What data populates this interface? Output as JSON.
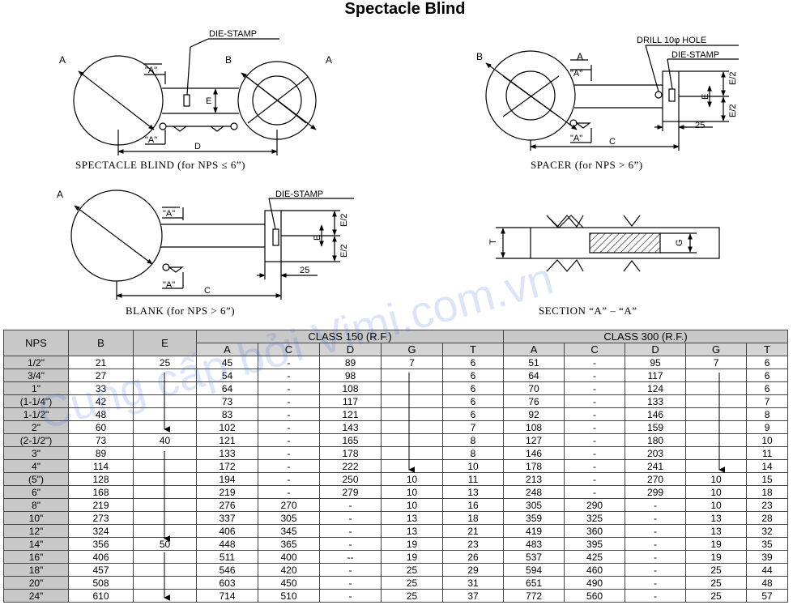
{
  "title": "Spectacle Blind",
  "watermark": "Cung cấp bởi Vimi.com.vn",
  "diagrams": {
    "spectacle": {
      "caption": "SPECTACLE BLIND (for NPS  ≤  6”)",
      "label_a_left": "A",
      "label_a_right": "A",
      "label_b": "B",
      "label_die": "DIE-STAMP",
      "label_sec_top": "\"A\"",
      "label_sec_bot": "\"A\"",
      "label_e": "E",
      "label_d": "D"
    },
    "spacer": {
      "caption": "SPACER (for NPS > 6”)",
      "label_b": "B",
      "label_a": "A",
      "label_drill": "DRILL 10φ HOLE",
      "label_die": "DIE-STAMP",
      "label_sec_top": "\"A\"",
      "label_sec_bot": "\"A\"",
      "label_e": "E",
      "label_e2a": "E/2",
      "label_e2b": "E/2",
      "label_25": "25",
      "label_c": "C"
    },
    "blank": {
      "caption": "BLANK (for NPS > 6”)",
      "label_a": "A",
      "label_die": "DIE-STAMP",
      "label_sec_top": "\"A\"",
      "label_sec_bot": "\"A\"",
      "label_e": "E",
      "label_e2a": "E/2",
      "label_e2b": "E/2",
      "label_25": "25",
      "label_c": "C"
    },
    "section": {
      "caption": "SECTION “A” – “A”",
      "label_t": "T",
      "label_g": "G"
    }
  },
  "table": {
    "col_nps": "NPS",
    "col_b": "B",
    "col_e": "E",
    "class150": "CLASS 150 (R.F.)",
    "class300": "CLASS 300 (R.F.)",
    "sub150": [
      "A",
      "C",
      "D",
      "G",
      "T"
    ],
    "sub300": [
      "A",
      "C",
      "D",
      "G",
      "T"
    ],
    "rows": [
      [
        "1/2\"",
        "21",
        "25",
        "45",
        "-",
        "89",
        "7",
        "6",
        "51",
        "-",
        "95",
        "7",
        "6"
      ],
      [
        "3/4\"",
        "27",
        "",
        "54",
        "-",
        "98",
        "",
        "6",
        "64",
        "-",
        "117",
        "",
        "6"
      ],
      [
        "1\"",
        "33",
        "",
        "64",
        "-",
        "108",
        "",
        "6",
        "70",
        "-",
        "124",
        "",
        "6"
      ],
      [
        "(1-1/4\")",
        "42",
        "",
        "73",
        "-",
        "117",
        "",
        "6",
        "76",
        "-",
        "133",
        "",
        "7"
      ],
      [
        "1-1/2\"",
        "48",
        "",
        "83",
        "-",
        "121",
        "",
        "6",
        "92",
        "-",
        "146",
        "",
        "8"
      ],
      [
        "2\"",
        "60",
        "",
        "102",
        "-",
        "143",
        "",
        "7",
        "108",
        "-",
        "159",
        "",
        "9"
      ],
      [
        "(2-1/2\")",
        "73",
        "40",
        "121",
        "-",
        "165",
        "",
        "8",
        "127",
        "-",
        "180",
        "",
        "10"
      ],
      [
        "3\"",
        "89",
        "",
        "133",
        "-",
        "178",
        "",
        "8",
        "146",
        "-",
        "203",
        "",
        "11"
      ],
      [
        "4\"",
        "114",
        "",
        "172",
        "-",
        "222",
        "",
        "10",
        "178",
        "-",
        "241",
        "",
        "14"
      ],
      [
        "(5\")",
        "128",
        "",
        "194",
        "-",
        "250",
        "10",
        "11",
        "213",
        "-",
        "270",
        "10",
        "15"
      ],
      [
        "6\"",
        "168",
        "",
        "219",
        "-",
        "279",
        "10",
        "13",
        "248",
        "-",
        "299",
        "10",
        "18"
      ],
      [
        "8\"",
        "219",
        "",
        "276",
        "270",
        "-",
        "10",
        "16",
        "305",
        "290",
        "-",
        "10",
        "23"
      ],
      [
        "10\"",
        "273",
        "",
        "337",
        "305",
        "-",
        "13",
        "18",
        "359",
        "325",
        "-",
        "13",
        "28"
      ],
      [
        "12\"",
        "324",
        "",
        "406",
        "345",
        "-",
        "13",
        "21",
        "419",
        "360",
        "-",
        "13",
        "32"
      ],
      [
        "14\"",
        "356",
        "50",
        "448",
        "365",
        "-",
        "19",
        "23",
        "483",
        "395",
        "-",
        "19",
        "35"
      ],
      [
        "16\"",
        "406",
        "",
        "511",
        "400",
        "--",
        "19",
        "26",
        "537",
        "425",
        "-",
        "19",
        "39"
      ],
      [
        "18\"",
        "457",
        "",
        "546",
        "420",
        "-",
        "25",
        "29",
        "594",
        "460",
        "-",
        "25",
        "44"
      ],
      [
        "20\"",
        "508",
        "",
        "603",
        "450",
        "-",
        "25",
        "31",
        "651",
        "490",
        "-",
        "25",
        "48"
      ],
      [
        "24\"",
        "610",
        "",
        "714",
        "510",
        "-",
        "25",
        "37",
        "772",
        "560",
        "-",
        "25",
        "57"
      ]
    ]
  }
}
